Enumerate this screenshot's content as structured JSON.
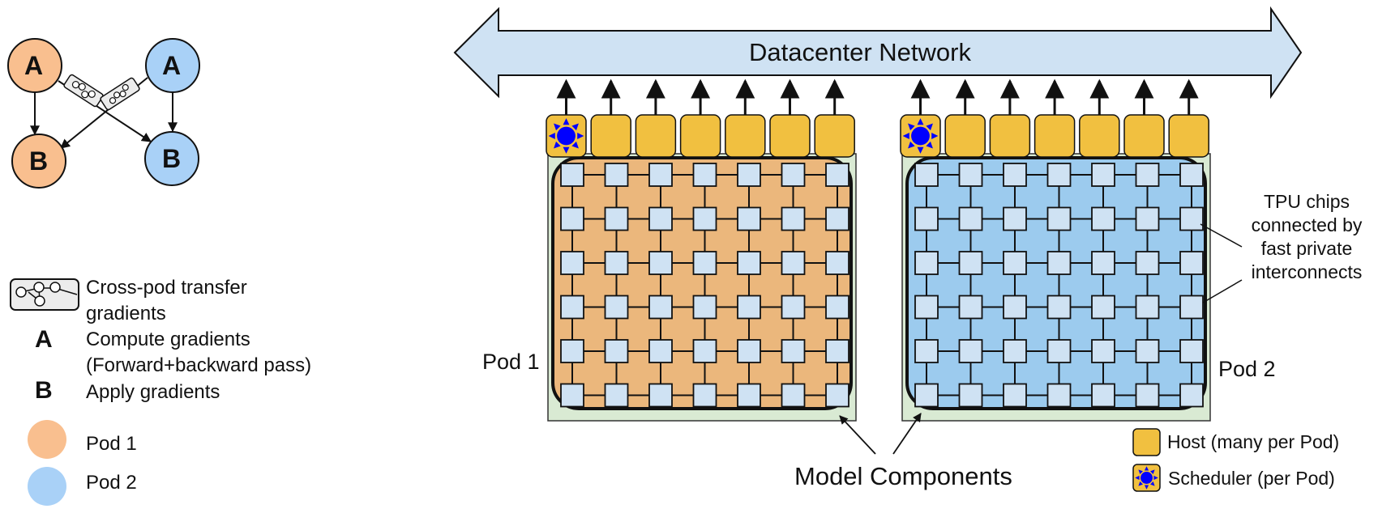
{
  "colors": {
    "pod1": "#f9bf8f",
    "pod1_grid": "#ebb77c",
    "pod2": "#a9d1f7",
    "pod2_grid": "#9ccbee",
    "network": "#cfe2f3",
    "host": "#f1c040",
    "chip": "#cfe2f3",
    "pod_frame": "#d9ead3",
    "scheduler": "#0000ff",
    "transfer_box": "#ececec"
  },
  "mini_diagram": {
    "pod1_nodes": [
      {
        "label": "A"
      },
      {
        "label": "B"
      }
    ],
    "pod2_nodes": [
      {
        "label": "A"
      },
      {
        "label": "B"
      }
    ]
  },
  "legend": {
    "items": [
      {
        "symbol": "cross-pod-transfer",
        "label_line1": "Cross-pod transfer",
        "label_line2": "gradients"
      },
      {
        "symbol": "A",
        "label_line1": "Compute gradients",
        "label_line2": "(Forward+backward pass)"
      },
      {
        "symbol": "B",
        "label_line1": "Apply gradients"
      },
      {
        "symbol": "pod1-circle",
        "label_line1": "Pod 1"
      },
      {
        "symbol": "pod2-circle",
        "label_line1": "Pod 2"
      }
    ]
  },
  "network": {
    "label": "Datacenter Network"
  },
  "pods": [
    {
      "label": "Pod 1",
      "hosts": 7,
      "chip_rows": 6,
      "chip_cols": 7
    },
    {
      "label": "Pod 2",
      "hosts": 7,
      "chip_rows": 6,
      "chip_cols": 7
    }
  ],
  "annotations": {
    "tpu_line1": "TPU chips",
    "tpu_line2": "connected by",
    "tpu_line3": "fast private",
    "tpu_line4": "interconnects",
    "model_components": "Model Components"
  },
  "right_legend": {
    "host": "Host (many per Pod)",
    "scheduler": "Scheduler (per Pod)"
  }
}
